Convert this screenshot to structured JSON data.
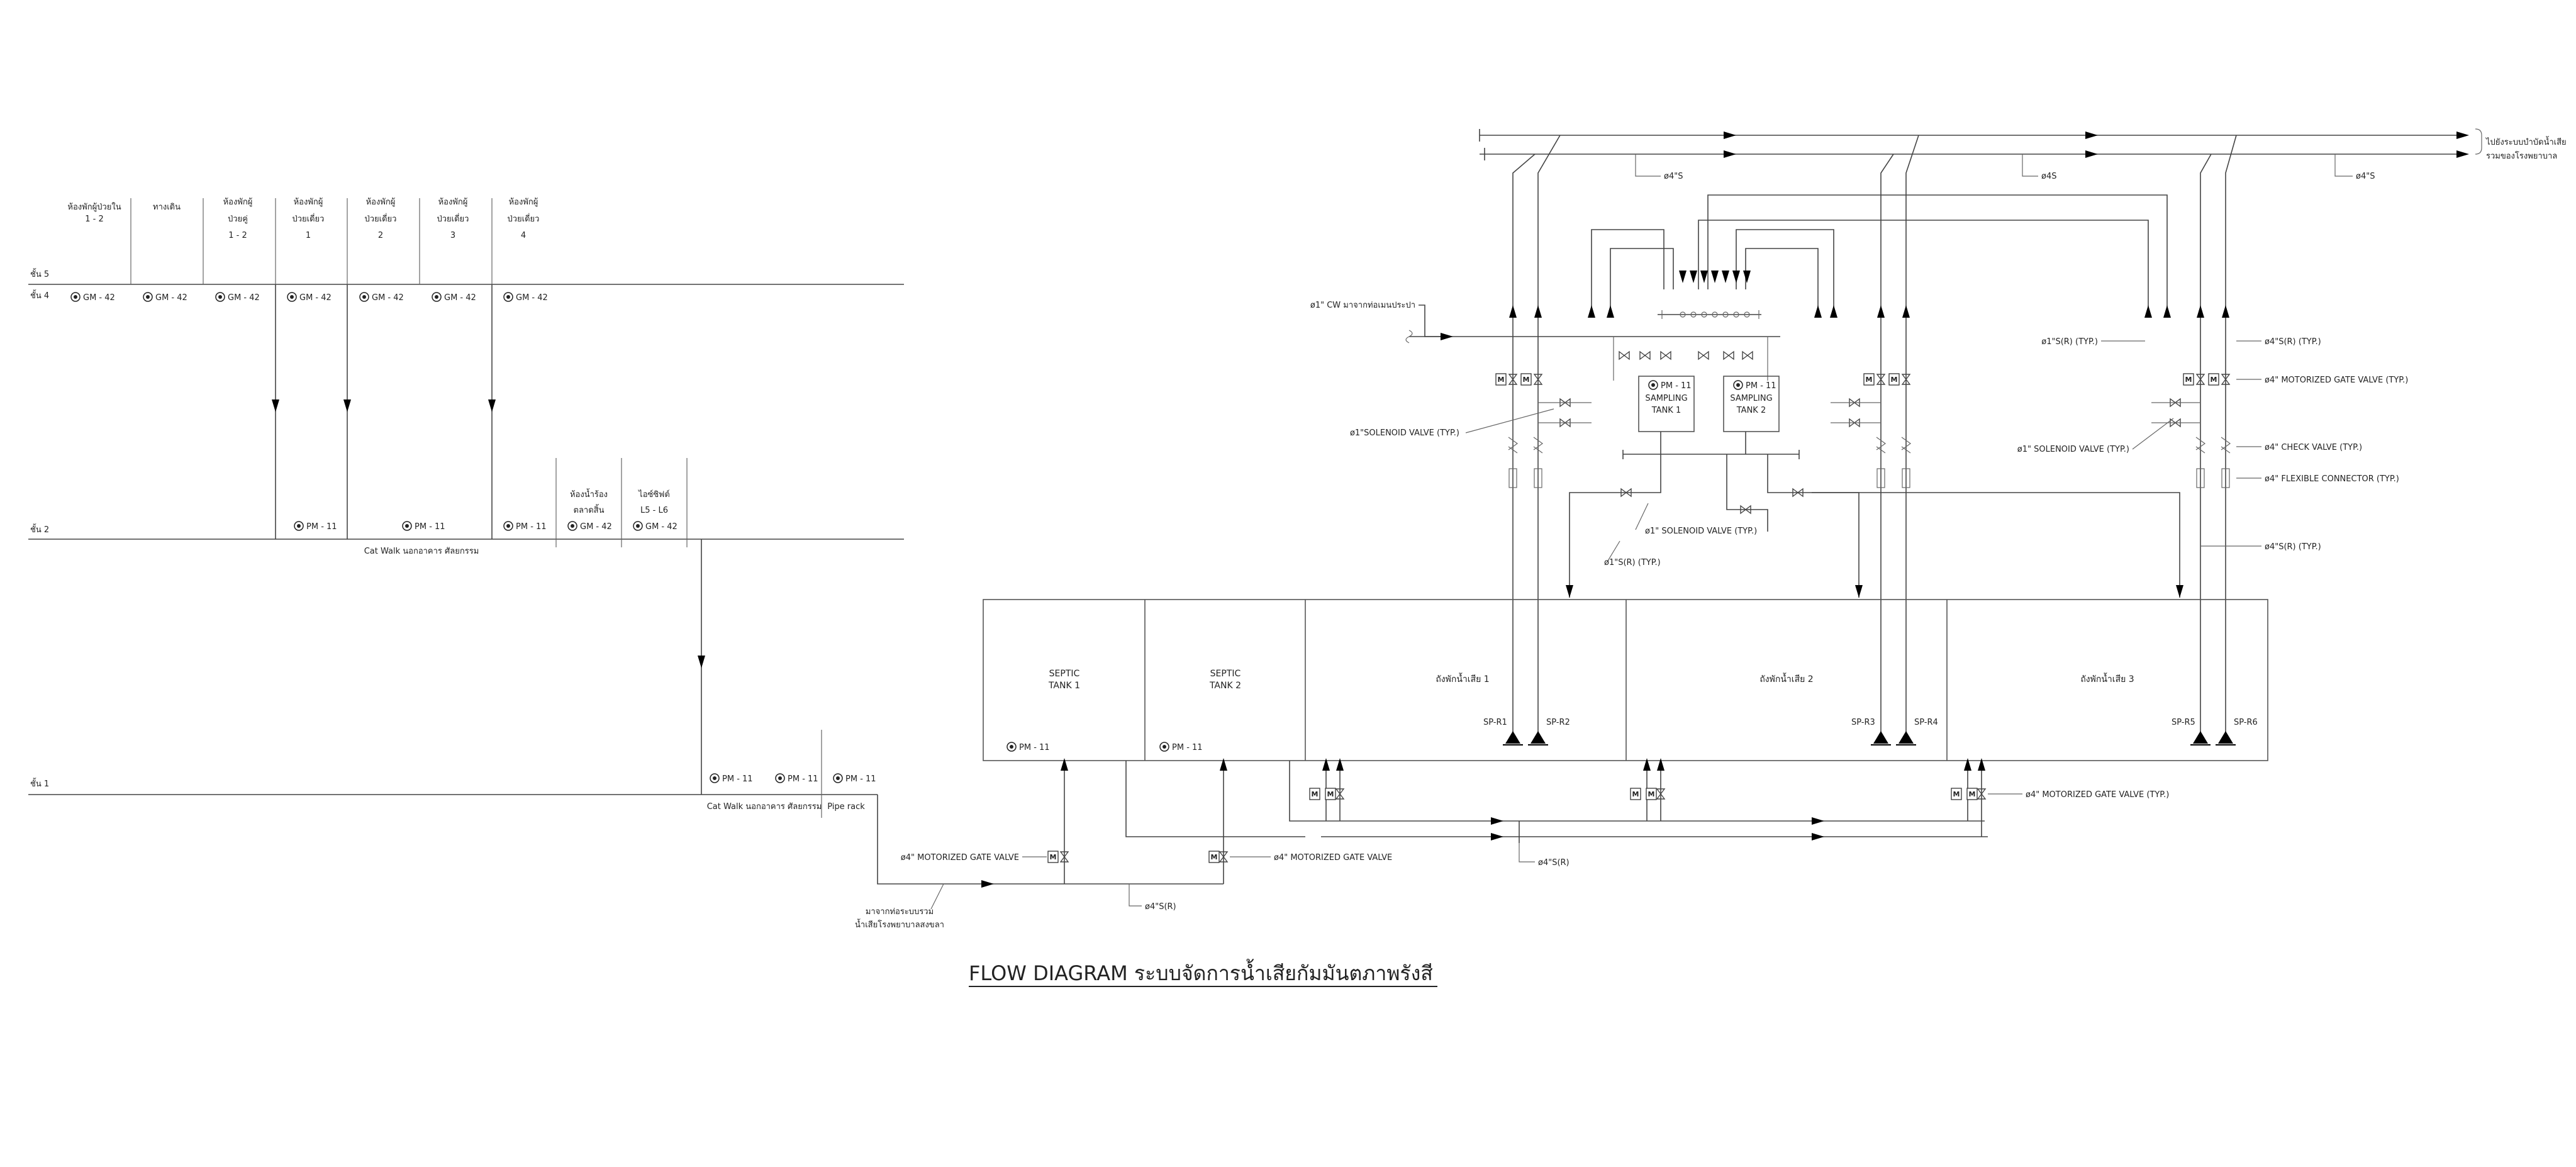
{
  "title": "FLOW DIAGRAM ระบบจัดการน้ำเสียกัมมันตภาพรังสี",
  "floors": {
    "f5": "ชั้น 5",
    "f4": "ชั้น 4",
    "f2": "ชั้น 2",
    "f1": "ชั้น 1"
  },
  "rooms_top": [
    {
      "l1": "ห้องพักผู้ป่วยใน",
      "l2": "1 - 2",
      "l3": "",
      "gm": "GM - 42"
    },
    {
      "l1": "ทางเดิน",
      "l2": "",
      "l3": "",
      "gm": "GM - 42"
    },
    {
      "l1": "ห้องพักผู้",
      "l2": "ป่วยคู่",
      "l3": "1 - 2",
      "gm": "GM - 42"
    },
    {
      "l1": "ห้องพักผู้",
      "l2": "ป่วยเดี่ยว",
      "l3": "1",
      "gm": "GM - 42"
    },
    {
      "l1": "ห้องพักผู้",
      "l2": "ป่วยเดี่ยว",
      "l3": "2",
      "gm": "GM - 42"
    },
    {
      "l1": "ห้องพักผู้",
      "l2": "ป่วยเดี่ยว",
      "l3": "3",
      "gm": "GM - 42"
    },
    {
      "l1": "ห้องพักผู้",
      "l2": "ป่วยเดี่ยว",
      "l3": "4",
      "gm": "GM - 42"
    }
  ],
  "floor2": {
    "pm": [
      "PM - 11",
      "PM - 11",
      "PM - 11"
    ],
    "room_a": {
      "l1": "ห้องน้ำร้อง",
      "l2": "ตลาดสิ้น",
      "gm": "GM - 42"
    },
    "room_b": {
      "l1": "ไอซ์ซิฟต์",
      "l2": "L5 - L6",
      "gm": "GM - 42"
    },
    "catwalk": "Cat Walk นอกอาคาร ศัลยกรรม"
  },
  "floor1": {
    "pm": [
      "PM - 11",
      "PM - 11",
      "PM - 11"
    ],
    "catwalk": "Cat Walk นอกอาคาร ศัลยกรรม",
    "piperack": "Pipe rack"
  },
  "incoming": {
    "l1": "มาจากท่อระบบรวม",
    "l2": "น้ำเสียโรงพยาบาลสงขลา"
  },
  "tanks": {
    "septic1": {
      "l1": "SEPTIC",
      "l2": "TANK 1",
      "pm": "PM - 11"
    },
    "septic2": {
      "l1": "SEPTIC",
      "l2": "TANK 2",
      "pm": "PM - 11"
    },
    "decay1": "ถังพักน้ำเสีย 1",
    "decay2": "ถังพักน้ำเสีย 2",
    "decay3": "ถังพักน้ำเสีย 3",
    "sampling1": {
      "pm": "PM - 11",
      "l1": "SAMPLING",
      "l2": "TANK 1"
    },
    "sampling2": {
      "pm": "PM - 11",
      "l1": "SAMPLING",
      "l2": "TANK 2"
    }
  },
  "pumps": [
    "SP-R1",
    "SP-R2",
    "SP-R3",
    "SP-R4",
    "SP-R5",
    "SP-R6"
  ],
  "valve_letter": "M",
  "labels": {
    "out1": "ไปยังระบบบำบัดน้ำเสีย",
    "out2": "รวมของโรงพยาบาล",
    "p4s_a": "ø4\"S",
    "p4s_b": "ø4S",
    "p4s_c": "ø4\"S",
    "cw": "ø1\" CW มาจากท่อเมนประปา",
    "sol_left": "ø1\"SOLENOID VALVE (TYP.)",
    "sol_mid": "ø1\" SOLENOID VALVE (TYP.)",
    "p1sr_mid": "ø1\"S(R) (TYP.)",
    "p1sr_right": "ø1\"S(R) (TYP.)",
    "sol_right": "ø1\" SOLENOID VALVE (TYP.)",
    "p4sr_right": "ø4\"S(R) (TYP.)",
    "mgv_right": "ø4\" MOTORIZED GATE VALVE (TYP.)",
    "check": "ø4\" CHECK VALVE (TYP.)",
    "flex": "ø4\" FLEXIBLE CONNECTOR (TYP.)",
    "p4sr_right2": "ø4\"S(R) (TYP.)",
    "mgv_bottom": "ø4\" MOTORIZED GATE VALVE (TYP.)",
    "p4sr_bottom": "ø4\"S(R)",
    "mgv_left": "ø4\" MOTORIZED GATE VALVE",
    "mgv_left2": "ø4\" MOTORIZED GATE VALVE",
    "p4s_r_left": "ø4\"S(R)"
  }
}
